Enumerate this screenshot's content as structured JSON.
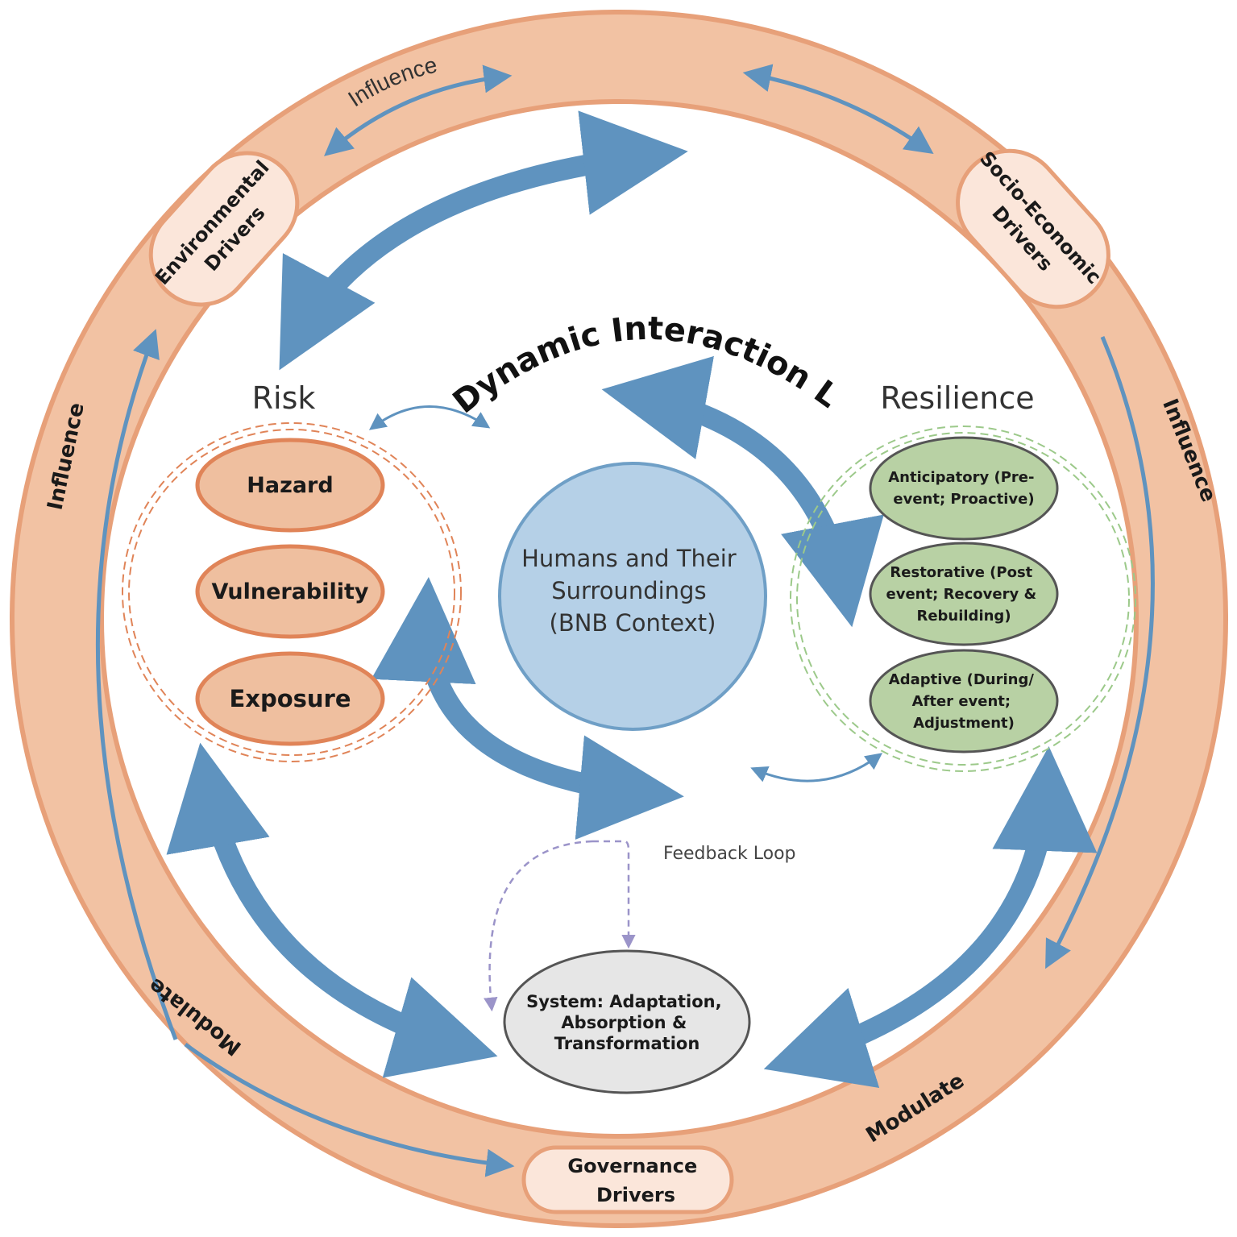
{
  "drivers": {
    "environmental": [
      "Environmental",
      "Drivers"
    ],
    "socio_economic": [
      "Socio-Economic",
      "Drivers"
    ],
    "governance": [
      "Governance",
      "Drivers"
    ]
  },
  "ring_labels": {
    "influence_top": "Influence",
    "influence_left": "Influence",
    "influence_right": "Influence",
    "modulate_left": "Modulate",
    "modulate_right": "Modulate"
  },
  "dynamic_loop_label": "Dynamic Interaction Loop",
  "risk": {
    "heading": "Risk",
    "items": [
      "Hazard",
      "Vulnerability",
      "Exposure"
    ]
  },
  "resilience": {
    "heading": "Resilience",
    "items": [
      [
        "Anticipatory  (Pre-",
        "event; Proactive)"
      ],
      [
        "Restorative (Post",
        "event; Recovery &",
        "Rebuilding)"
      ],
      [
        "Adaptive  (During/",
        "After event;",
        "Adjustment)"
      ]
    ]
  },
  "center": [
    "Humans and Their",
    "Surroundings",
    "(BNB Context)"
  ],
  "feedback_label": "Feedback Loop",
  "system": [
    "System: Adaptation,",
    "Absorption  &",
    "Transformation"
  ],
  "colors": {
    "ring": "#f2c2a3",
    "ring_border": "#e7a079",
    "driver_fill": "#fbe6da",
    "risk_fill": "#efbf9f",
    "risk_border": "#e08458",
    "resilience_fill": "#b8d1a4",
    "center_fill": "#b5d0e7",
    "center_border": "#6f9fc6",
    "arrow": "#5f93bf",
    "system_fill": "#e6e6e6",
    "feedback": "#9b94c9"
  }
}
